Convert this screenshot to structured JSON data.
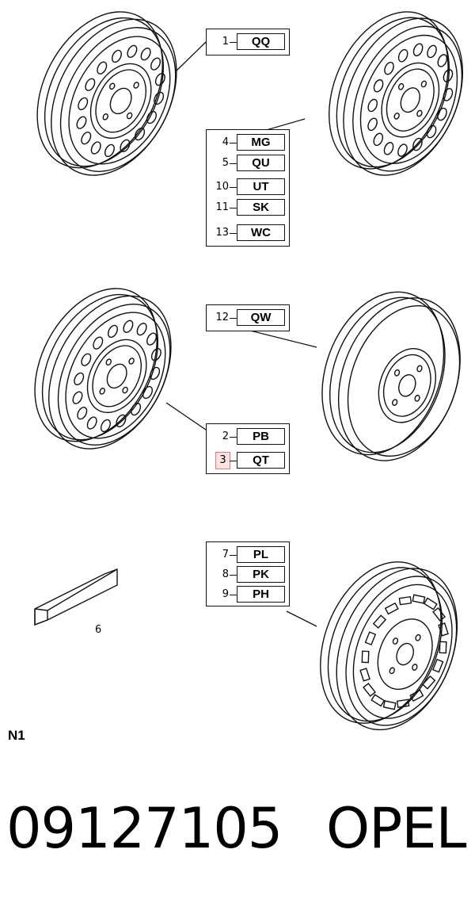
{
  "diagram": {
    "callouts": [
      {
        "id": "c1",
        "rows": [
          {
            "num": "1",
            "code": "QQ"
          }
        ]
      },
      {
        "id": "c2",
        "rows": [
          {
            "num": "4",
            "code": "MG"
          },
          {
            "num": "5",
            "code": "QU"
          },
          {
            "num": "10",
            "code": "UT"
          },
          {
            "num": "11",
            "code": "SK"
          },
          {
            "num": "13",
            "code": "WC"
          }
        ]
      },
      {
        "id": "c3",
        "rows": [
          {
            "num": "12",
            "code": "QW"
          }
        ]
      },
      {
        "id": "c4",
        "rows": [
          {
            "num": "2",
            "code": "PB"
          },
          {
            "num": "3",
            "code": "QT",
            "highlight": true
          }
        ]
      },
      {
        "id": "c5",
        "rows": [
          {
            "num": "7",
            "code": "PL"
          },
          {
            "num": "8",
            "code": "PK"
          },
          {
            "num": "9",
            "code": "PH"
          }
        ]
      }
    ],
    "part_label": "6",
    "section_label": "N1"
  },
  "footer": {
    "part_number": "09127105",
    "brand": "OPEL"
  },
  "colors": {
    "line": "#111111",
    "highlight_fill": "#fde3e3",
    "highlight_border": "#e07a7a"
  }
}
